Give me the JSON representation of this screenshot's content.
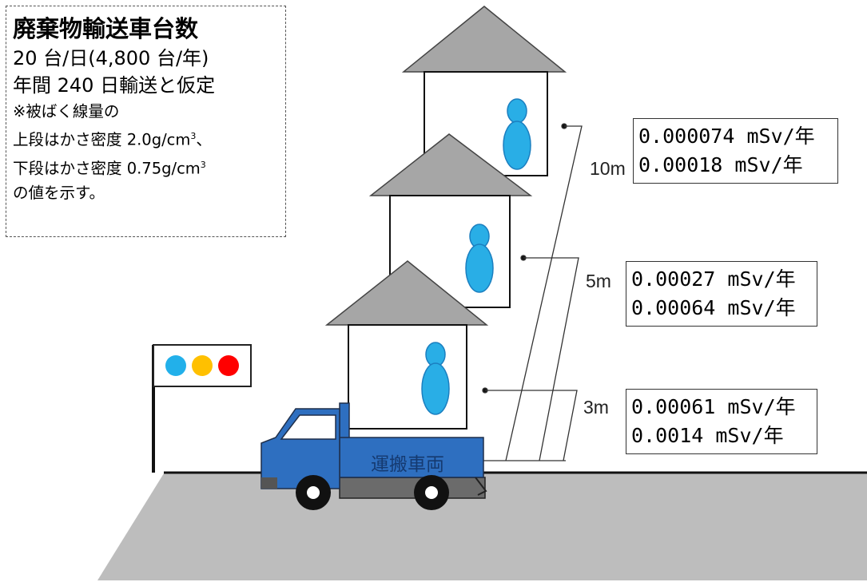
{
  "note": {
    "title": "廃棄物輸送車台数",
    "line1": "20 台/日(4,800 台/年)",
    "line2": "年間 240 日輸送と仮定",
    "line3": "※被ばく線量の",
    "line4_prefix": "上段はかさ密度 2.0g/cm",
    "line4_sup": "3",
    "line4_suffix": "、",
    "line5_prefix": "下段はかさ密度 0.75g/cm",
    "line5_sup": "3",
    "line6": "の値を示す。"
  },
  "distances": [
    {
      "label": "10m",
      "dose_upper": "0.000074 mSv/年",
      "dose_lower": "0.00018 mSv/年"
    },
    {
      "label": "5m",
      "dose_upper": "0.00027 mSv/年",
      "dose_lower": "0.00064 mSv/年"
    },
    {
      "label": "3m",
      "dose_upper": "0.00061 mSv/年",
      "dose_lower": "0.0014 mSv/年"
    }
  ],
  "truck": {
    "label": "運搬車両"
  },
  "colors": {
    "roof": "#a6a6a6",
    "ground": "#bdbdbd",
    "person": "#29aee6",
    "truck_body": "#2e6fc0",
    "signal_lights": [
      "#22b0ea",
      "#ffc000",
      "#ff0000"
    ]
  }
}
